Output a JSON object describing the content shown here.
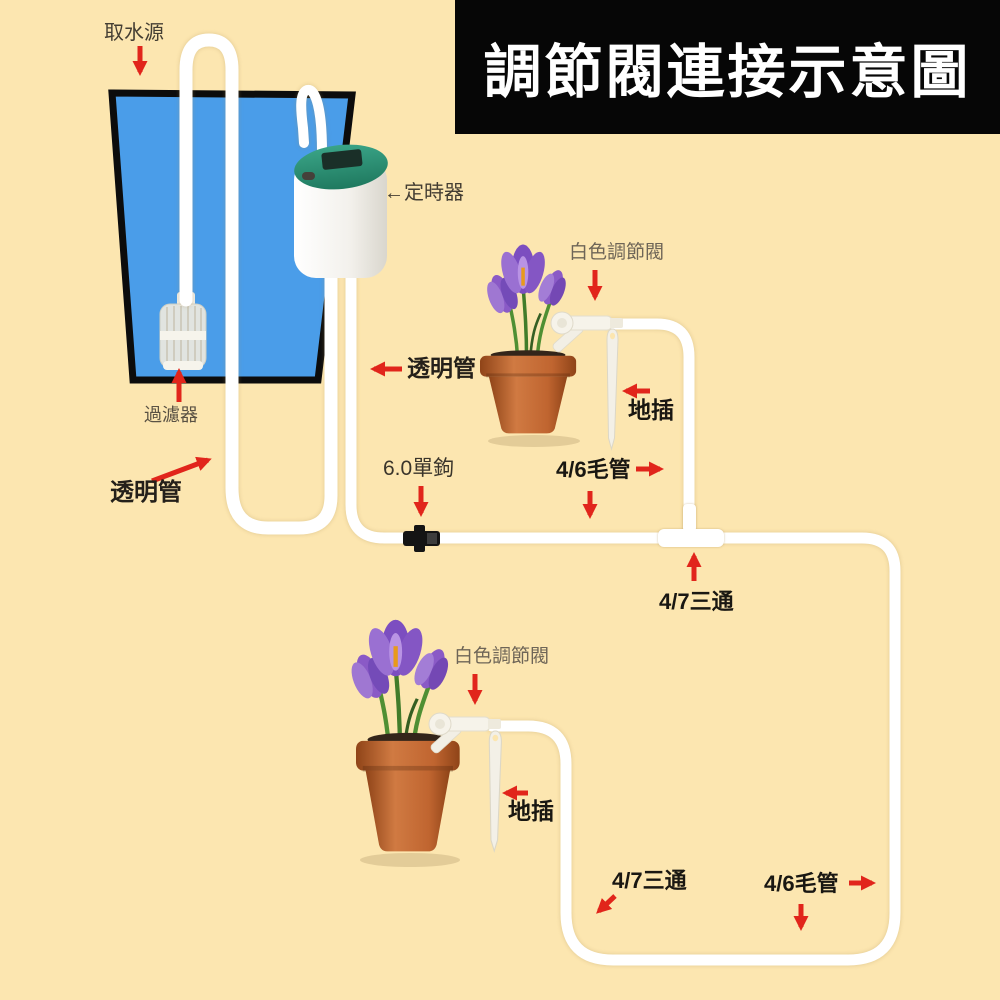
{
  "title": "調節閥連接示意圖",
  "colors": {
    "background": "#fce6b0",
    "water": "#4a9de9",
    "bucket_border": "#0c0c0c",
    "tube": "#ffffff",
    "arrow_red": "#e1251b",
    "timer_lid": "#2f9678",
    "pot_terracotta": "#b85c2c",
    "flower_purple": "#8a5cc8",
    "title_bg": "#060606",
    "title_text": "#ffffff",
    "hook_black": "#141414"
  },
  "components": {
    "water_source": {
      "label": "取水源"
    },
    "timer": {
      "label": "←定時器"
    },
    "filter": {
      "label": "過濾器"
    },
    "clear_tube_left": {
      "label": "透明管"
    },
    "clear_tube_near_timer": {
      "label": "透明管"
    },
    "single_hook_6mm": {
      "label": "6.0單鉤"
    },
    "plant1": {
      "valve_label": "白色調節閥",
      "stake_label": "地插",
      "capillary_label": "4/6毛管",
      "tee_label": "4/7三通"
    },
    "plant2": {
      "valve_label": "白色調節閥",
      "stake_label": "地插",
      "tee_label": "4/7三通",
      "capillary_label": "4/6毛管"
    }
  }
}
